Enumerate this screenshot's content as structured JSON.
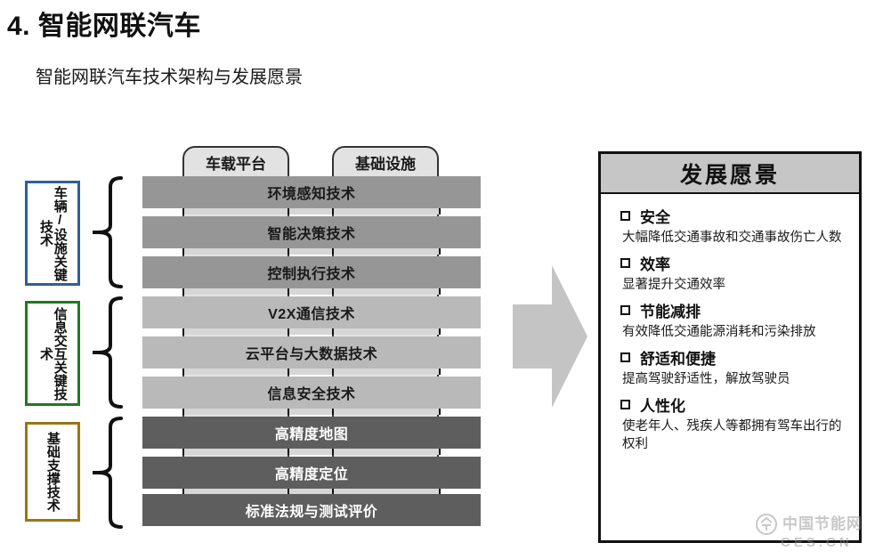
{
  "page": {
    "title": "4. 智能网联汽车",
    "subtitle": "智能网联汽车技术架构与发展愿景"
  },
  "architecture": {
    "columns": [
      {
        "name": "vehicle-platform",
        "label": "车载平台"
      },
      {
        "name": "infrastructure",
        "label": "基础设施"
      }
    ],
    "groups": [
      {
        "name": "vehicle",
        "label": "车辆/设施关键技术",
        "color": "#2e5f96"
      },
      {
        "name": "info-exchange",
        "label": "信息交互关键技术",
        "color": "#1f7a1f"
      },
      {
        "name": "foundation",
        "label": "基础支撑技术",
        "color": "#9a7513"
      }
    ],
    "rows": [
      {
        "label": "环境感知技术",
        "group": "vehicle",
        "fill": "#969696"
      },
      {
        "label": "智能决策技术",
        "group": "vehicle",
        "fill": "#969696"
      },
      {
        "label": "控制执行技术",
        "group": "vehicle",
        "fill": "#969696"
      },
      {
        "label": "V2X通信技术",
        "group": "info-exchange",
        "fill": "#b9b9b9"
      },
      {
        "label": "云平台与大数据技术",
        "group": "info-exchange",
        "fill": "#b9b9b9"
      },
      {
        "label": "信息安全技术",
        "group": "info-exchange",
        "fill": "#b9b9b9"
      },
      {
        "label": "高精度地图",
        "group": "foundation",
        "fill": "#5e5e5e"
      },
      {
        "label": "高精度定位",
        "group": "foundation",
        "fill": "#5e5e5e"
      },
      {
        "label": "标准法规与测试评价",
        "group": "foundation",
        "fill": "#5e5e5e"
      }
    ]
  },
  "vision": {
    "header": "发展愿景",
    "items": [
      {
        "title": "安全",
        "desc": "大幅降低交通事故和交通事故伤亡人数"
      },
      {
        "title": "效率",
        "desc": "显著提升交通效率"
      },
      {
        "title": "节能减排",
        "desc": "有效降低交通能源消耗和污染排放"
      },
      {
        "title": "舒适和便捷",
        "desc": "提高驾驶舒适性，解放驾驶员"
      },
      {
        "title": "人性化",
        "desc": "使老年人、残疾人等都拥有驾车出行的权利"
      }
    ]
  },
  "watermark": {
    "text": "中国节能网",
    "sub": "CES.CN"
  }
}
